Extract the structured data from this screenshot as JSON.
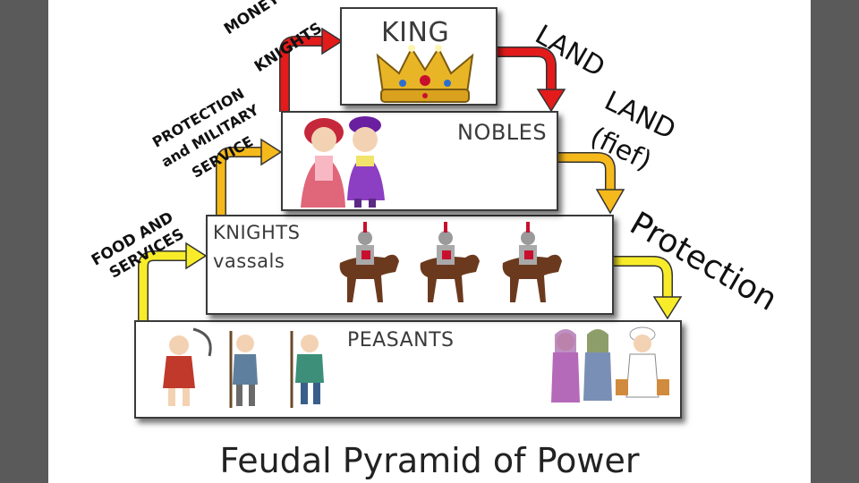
{
  "title": "Feudal Pyramid of Power",
  "levels": {
    "king": "KING",
    "nobles": "NOBLES",
    "knights_line1": "KNIGHTS",
    "knights_line2": "vassals",
    "peasants": "PEASANTS"
  },
  "arrows": {
    "money_knights_1": "MONEY AND",
    "money_knights_2": "KNIGHTS",
    "protection_1": "PROTECTION",
    "protection_2": "and MILITARY",
    "protection_3": "SERVICE",
    "food_1": "FOOD AND",
    "food_2": "SERVICES",
    "land": "LAND",
    "land_fief_1": "LAND",
    "land_fief_2": "(fief)",
    "protection_down": "Protection"
  },
  "colors": {
    "red_arrow": "#e31b1b",
    "orange_arrow": "#f6b91c",
    "yellow_arrow": "#f8ec2a",
    "slide_bg": "#ffffff",
    "frame_bg": "#5a5a5a"
  }
}
